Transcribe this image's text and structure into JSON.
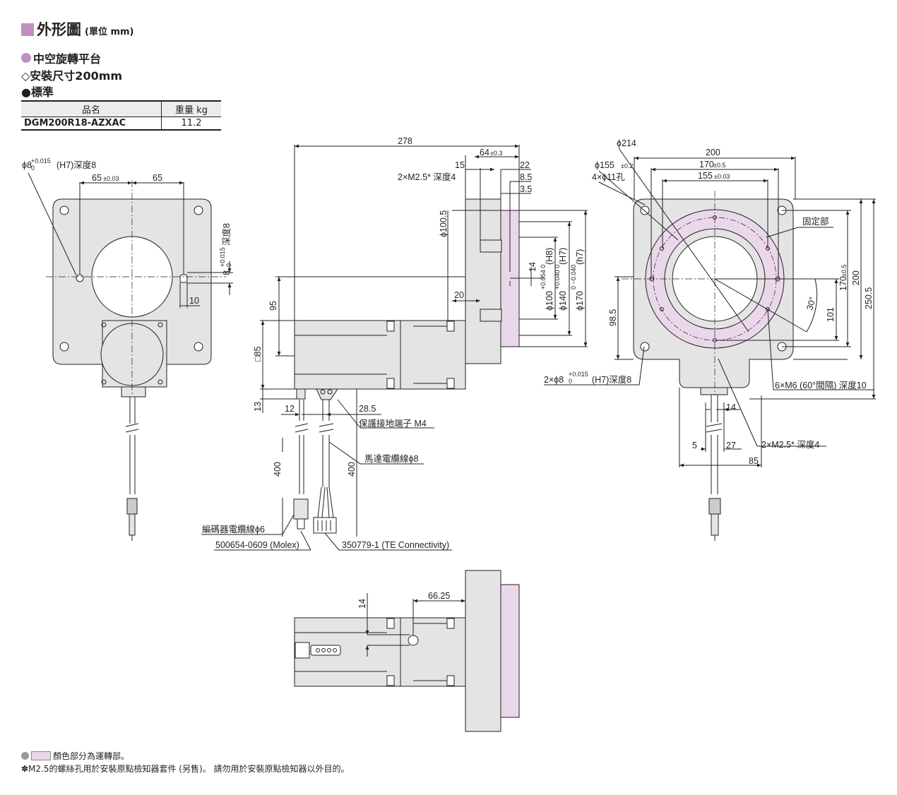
{
  "header": {
    "title": "外形圖",
    "unit": "(單位 mm)",
    "product": "中空旋轉平台",
    "mount_size": "◇安裝尺寸200mm",
    "variant": "●標準"
  },
  "spec_table": {
    "headers": [
      "品名",
      "重量 kg"
    ],
    "rows": [
      [
        "DGM200R18-AZXAC",
        "11.2"
      ]
    ]
  },
  "dims": {
    "left": {
      "hole": "ϕ8",
      "hole_tol_up": "+0.015",
      "hole_tol_dn": "0",
      "hole_suffix": "(H7)深度8",
      "d65a": "65",
      "tol003": "±0.03",
      "d65b": "65",
      "d10": "10",
      "d8": "8",
      "d8_tol_up": "+0.015",
      "d8_tol_dn": "0",
      "d8_suffix": "深度8"
    },
    "side": {
      "d278": "278",
      "d64": "64",
      "tol03": "±0.3",
      "d15": "15",
      "d22": "22",
      "d85b": "8.5",
      "d35": "3.5",
      "m25": "2×M2.5* 深度4",
      "phi1005": "ϕ100.5",
      "d20": "20",
      "d14": "14",
      "phi100": "ϕ100",
      "phi100_tol": "+0.054  0",
      "h8": "(H8)",
      "phi140": "ϕ140",
      "phi140_tol": "+0.040  0",
      "h7": "(H7)",
      "phi170": "ϕ170",
      "phi170_tol": "0  −0.040",
      "h7l": "(h7)",
      "d95": "95",
      "sq85": "□85",
      "d13": "13",
      "d12": "12",
      "d285": "28.5",
      "ground": "保護接地端子 M4",
      "motor_cable": "馬達電纜線ϕ8",
      "d400a": "400",
      "d400b": "400",
      "enc_cable": "編碼器電纜線ϕ6",
      "molex": "500654-0609 (Molex)",
      "te": "350779-1 (TE Connectivity)"
    },
    "right": {
      "phi214": "ϕ214",
      "d200": "200",
      "phi155": "ϕ155",
      "tol02": "±0.2",
      "d170": "170",
      "tol05": "±0.5",
      "holes": "4×ϕ11孔",
      "d155": "155",
      "tol003": "±0.03",
      "fixed": "固定部",
      "d1705": "170",
      "d200v": "200",
      "d2505": "250.5",
      "d985": "98.5",
      "d101": "101",
      "ang30": "30°",
      "pin": "2×ϕ8",
      "pin_tol_up": "+0.015",
      "pin_tol_dn": "0",
      "pin_suffix": "(H7)深度8",
      "m6": "6×M6 (60°間隔) 深度10",
      "d14": "14",
      "d5": "5",
      "d27": "27",
      "m25": "2×M2.5* 深度4",
      "d85": "85"
    },
    "bottom": {
      "d14": "14",
      "d6625": "66.25"
    }
  },
  "notes": {
    "legend": "顏色部分為運轉部。",
    "footnote": "✽M2.5的螺絲孔用於安裝原點檢知器套件 (另售)。 請勿用於安裝原點檢知器以外目的。"
  },
  "colors": {
    "title_accent": "#c090c0",
    "rotating_part": "#ead8ea",
    "body_gray": "#e4e4e4",
    "line": "#231f20"
  }
}
